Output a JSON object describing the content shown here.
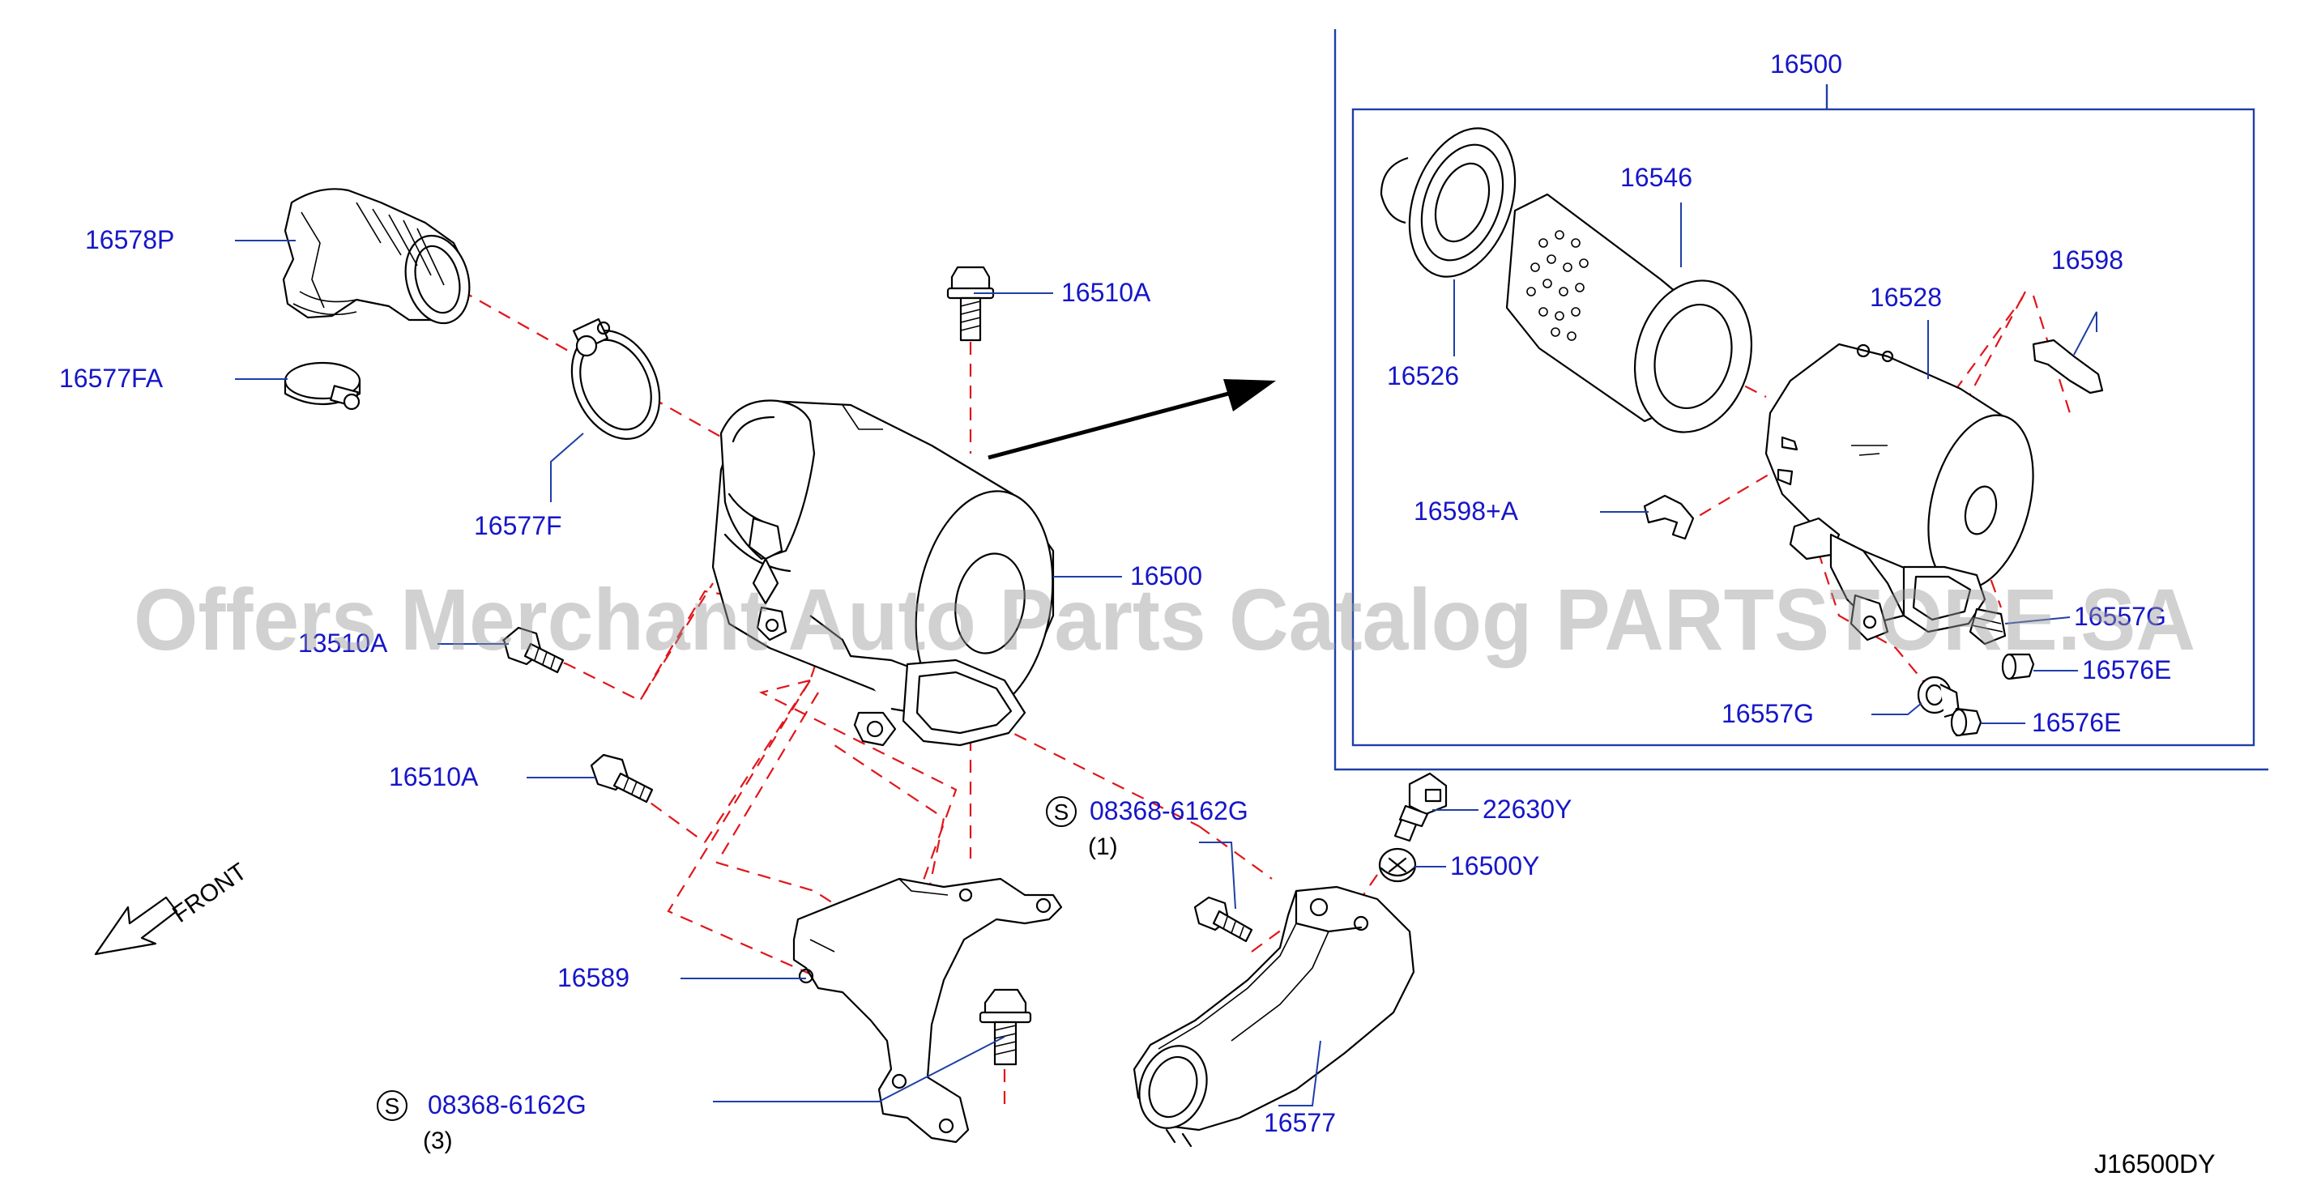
{
  "callouts": {
    "c16578P": "16578P",
    "c16577FA": "16577FA",
    "c16577F": "16577F",
    "c16510A_top": "16510A",
    "c16500_main": "16500",
    "c13510A": "13510A",
    "c16510A_left": "16510A",
    "c08368_1": "08368-6162G",
    "c08368_1_qty": "(1)",
    "c16589": "16589",
    "c08368_3": "08368-6162G",
    "c08368_3_qty": "(3)",
    "c16577": "16577",
    "c22630Y": "22630Y",
    "c16500Y": "16500Y",
    "c16500_inset": "16500",
    "c16546": "16546",
    "c16598": "16598",
    "c16528": "16528",
    "c16526": "16526",
    "c16598A": "16598+A",
    "c16557": "16557G",
    "c16557G": "16557G",
    "c16576E_1": "16576E",
    "c16576E_2": "16576E"
  },
  "symbols": {
    "standard_part_mark": "S"
  },
  "front_label": "FRONT",
  "diagram_code": "J16500DY",
  "watermark": "Offers Merchant Auto Parts Catalog PARTSTORE.SA",
  "colors": {
    "callout_text": "#1616c8",
    "leader_line": "#1f3fa8",
    "dashed_reference": "#e0161b",
    "part_outline": "#000000",
    "watermark": "#9a9a9a"
  }
}
